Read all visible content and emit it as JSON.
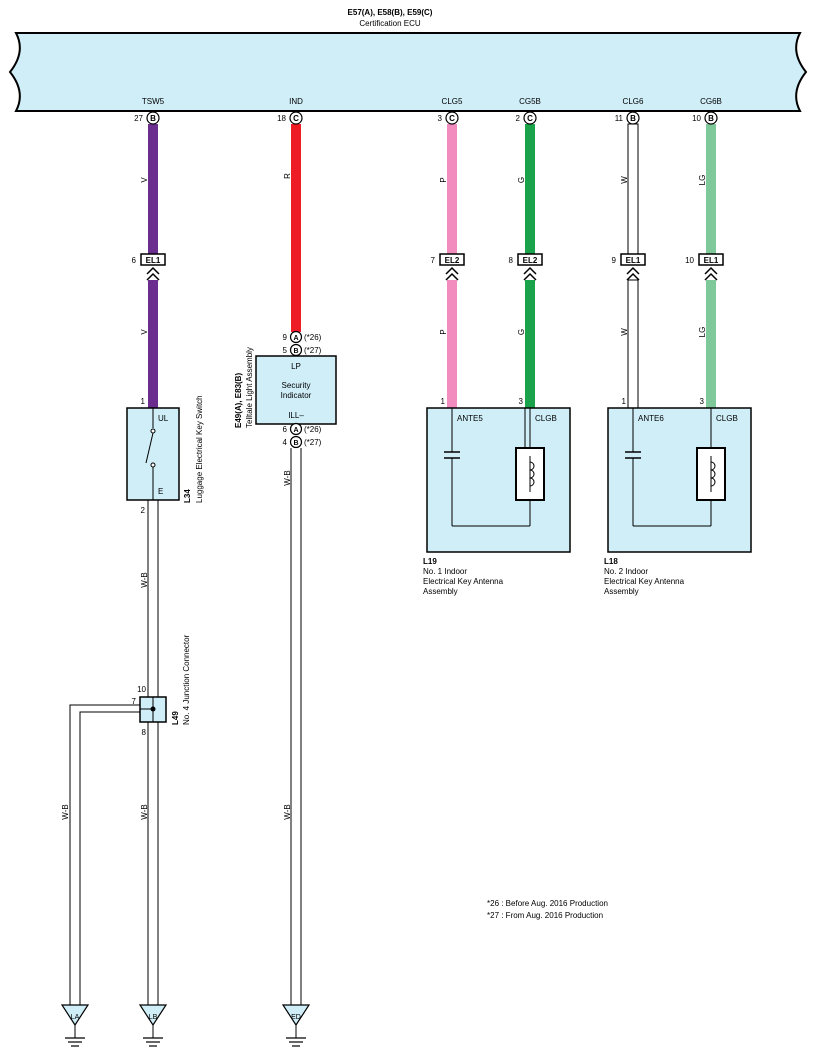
{
  "ecu": {
    "code": "E57(A), E58(B), E59(C)",
    "name": "Certification ECU"
  },
  "pins": {
    "tsw5": {
      "label": "TSW5",
      "num": "27",
      "conn": "B"
    },
    "ind": {
      "label": "IND",
      "num": "18",
      "conn": "C"
    },
    "clg5": {
      "label": "CLG5",
      "num": "3",
      "conn": "C"
    },
    "cg5b": {
      "label": "CG5B",
      "num": "2",
      "conn": "C"
    },
    "clg6": {
      "label": "CLG6",
      "num": "11",
      "conn": "B"
    },
    "cg6b": {
      "label": "CG6B",
      "num": "10",
      "conn": "B"
    }
  },
  "wires": {
    "tsw5": "V",
    "ind": "R",
    "clg5": "P",
    "cg5b": "G",
    "clg6": "W",
    "cg6b": "LG",
    "ground": "W-B"
  },
  "wire_colors": {
    "violet": "#6b2e8f",
    "red": "#ee1c25",
    "pink": "#f28cbf",
    "green": "#1aa34a",
    "white": "#ffffff",
    "light_green": "#7fc89a",
    "component_fill": "#cfeef8"
  },
  "junctions": {
    "tsw5": {
      "num": "6",
      "code": "EL1"
    },
    "clg5": {
      "num": "7",
      "code": "EL2"
    },
    "cg5b": {
      "num": "8",
      "code": "EL2"
    },
    "clg6": {
      "num": "9",
      "code": "EL1"
    },
    "cg6b": {
      "num": "10",
      "code": "EL1"
    }
  },
  "l34": {
    "code": "L34",
    "name": "Luggage Electrical Key Switch",
    "term_top": "UL",
    "term_bottom": "E",
    "pin_top": "1",
    "pin_bottom": "2"
  },
  "telltale": {
    "code": "E49(A), E83(B)",
    "name": "Telltale Light Assembly",
    "lp": "LP",
    "ill": "ILL–",
    "label1": "Security",
    "label2": "Indicator",
    "pin_top_a": "9",
    "conn_top_a": "A",
    "note_top_a": "(*26)",
    "pin_top_b": "5",
    "conn_top_b": "B",
    "note_top_b": "(*27)",
    "pin_bot_a": "6",
    "conn_bot_a": "A",
    "note_bot_a": "(*26)",
    "pin_bot_b": "4",
    "conn_bot_b": "B",
    "note_bot_b": "(*27)"
  },
  "l19": {
    "code": "L19",
    "line1": "No.  1 Indoor",
    "line2": "Electrical Key Antenna",
    "line3": "Assembly",
    "term_left": "ANTE5",
    "term_right": "CLGB",
    "pin_left": "1",
    "pin_right": "3"
  },
  "l18": {
    "code": "L18",
    "line1": "No.  2 Indoor",
    "line2": "Electrical Key Antenna",
    "line3": "Assembly",
    "term_left": "ANTE6",
    "term_right": "CLGB",
    "pin_left": "1",
    "pin_right": "3"
  },
  "l49": {
    "code": "L49",
    "name": "No.  4 Junction Connector",
    "pin_top": "10",
    "pin_left": "7",
    "pin_bottom": "8"
  },
  "grounds": {
    "la": "LA",
    "lb": "LB",
    "ed": "ED"
  },
  "notes": {
    "n26": "*26 : Before Aug.  2016 Production",
    "n27": "*27 : From Aug.  2016 Production"
  }
}
